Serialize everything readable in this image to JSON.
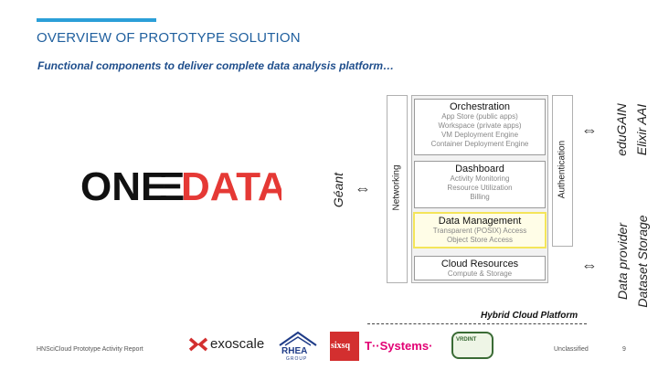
{
  "slide": {
    "title": "OVERVIEW OF PROTOTYPE SOLUTION",
    "subtitle": "Functional components to deliver complete data analysis platform…"
  },
  "logo": {
    "left": "ONE",
    "mid": "Ξ",
    "right": "DATA"
  },
  "side_labels": {
    "geant": "Géant",
    "networking": "Networking",
    "authentication": "Authentication",
    "edugain": "eduGAIN",
    "elixir": "Elixir AAI",
    "data_provider": "Data provider",
    "dataset_storage": "Dataset Storage",
    "arrow": "⇔"
  },
  "boxes": {
    "orchestration": {
      "title": "Orchestration",
      "items": [
        "App Store (public apps)",
        "Workspace (private apps)",
        "VM Deployment Engine",
        "Container Deployment Engine"
      ]
    },
    "dashboard": {
      "title": "Dashboard",
      "items": [
        "Activity Monitoring",
        "Resource Utilization",
        "Billing"
      ]
    },
    "data_management": {
      "title": "Data Management",
      "items": [
        "Transparent (POSIX) Access",
        "Object Store Access"
      ]
    },
    "cloud_resources": {
      "title": "Cloud Resources",
      "items": [
        "Compute & Storage"
      ]
    }
  },
  "platform_label": "Hybrid Cloud Platform",
  "footer": {
    "left": "HNSciCloud Prototype Activity Report",
    "classification": "Unclassified",
    "page": "9"
  },
  "partners": {
    "exoscale": "exoscale",
    "rhea": "RHEA",
    "rhea_sub": "GROUP",
    "sixsq": "sixsq",
    "tsystems": "T··Systems·",
    "vrdint": "VRDINT"
  },
  "colors": {
    "accent": "#2b9fd8",
    "title": "#1f5f9e",
    "logo_red": "#e53935",
    "dm_border": "#f4e55a"
  }
}
